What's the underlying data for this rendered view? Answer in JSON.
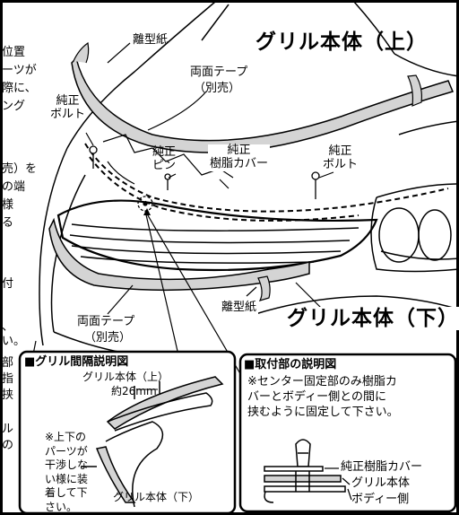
{
  "colors": {
    "gray_part": "#d4d4d4",
    "line": "#000000",
    "background": "#ffffff"
  },
  "left_text": {
    "line1": "位置",
    "line2": "ーツが",
    "line3": "際に、",
    "line4": "ング",
    "line5": "売）を",
    "line6": "の端",
    "line7": "様",
    "line8": "る",
    "line9": "付",
    "line10": "、",
    "line11": "い。",
    "line12": "部",
    "line13": "指",
    "line14": "挟",
    "line15": "ル",
    "line16": "の"
  },
  "labels": {
    "release_paper_top": "離型紙",
    "grille_upper": "グリル本体（上）",
    "double_tape_top": "両面テープ",
    "sold_separately_top": "（別売）",
    "genuine_bolt_left": "純正\nボルト",
    "genuine_pin": "純正\nピン",
    "genuine_resin_cover": "純正\n樹脂カバー",
    "genuine_bolt_right": "純正\nボルト",
    "release_paper_bottom": "離型紙",
    "grille_lower": "グリル本体（下）",
    "double_tape_bottom": "両面テープ",
    "sold_separately_bottom": "（別売）"
  },
  "gap_box": {
    "title": "■グリル間隔説明図",
    "upper_label": "グリル本体（上）",
    "distance": "約26mm",
    "note": "※上下の\nパーツが\n干渉しな\nい様に装\n着して下\nさい。",
    "lower_label": "グリル本体（下）"
  },
  "mount_box": {
    "title": "■取付部の説明図",
    "note": "※センター固定部のみ樹脂カ\nバーとボディー側との間に\n挟むように固定して下さい。",
    "resin_cover": "純正樹脂カバー",
    "grille_body": "グリル本体",
    "body_side": "ボディー側"
  }
}
